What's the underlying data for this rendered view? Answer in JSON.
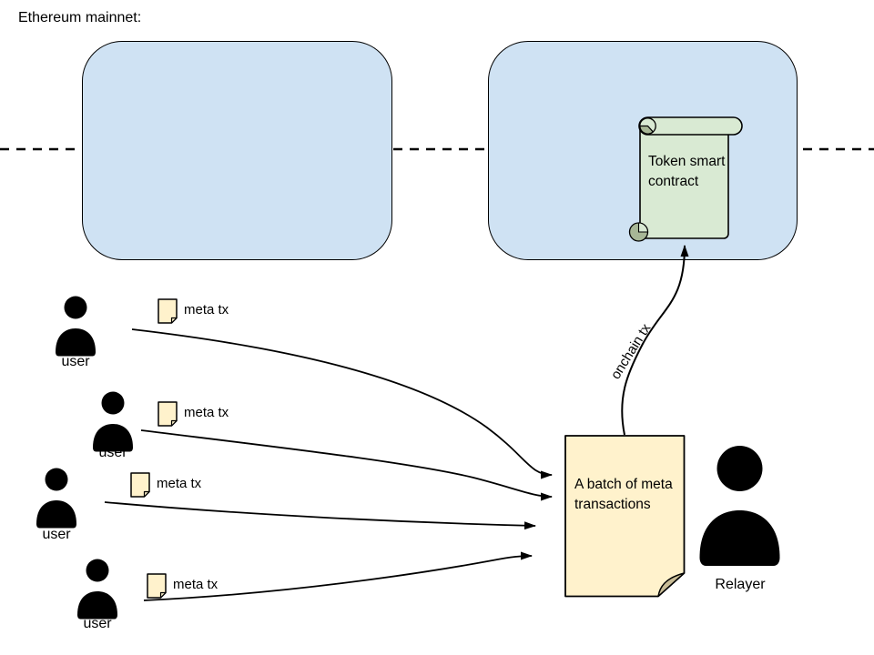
{
  "title": "Ethereum mainnet:",
  "contract": {
    "label": "Token smart contract"
  },
  "users": [
    {
      "label": "user",
      "doc_label": "meta tx"
    },
    {
      "label": "user",
      "doc_label": "meta tx"
    },
    {
      "label": "user",
      "doc_label": "meta tx"
    },
    {
      "label": "user",
      "doc_label": "meta tx"
    }
  ],
  "batch": {
    "label": "A batch of meta transactions"
  },
  "relayer": {
    "label": "Relayer"
  },
  "arrows": {
    "onchain_label": "onchain tx"
  },
  "colors": {
    "block_fill": "#cfe2f3",
    "scroll_fill": "#d9ead3",
    "scroll_curl": "#a7b796",
    "doc_fill": "#fff2cc",
    "doc_fold": "#c8bc96",
    "line": "#000000"
  }
}
